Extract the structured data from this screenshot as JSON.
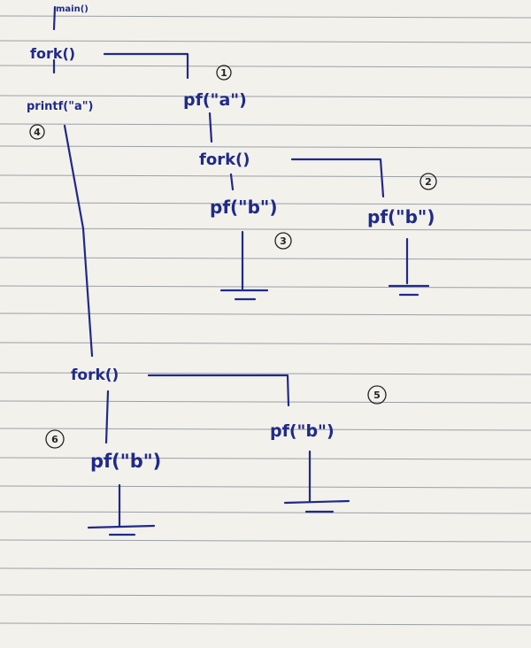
{
  "colors": {
    "ink": "#1f2a8a",
    "rule": "#9aa0a6",
    "paper": "#f3f1ec",
    "marker": "#222222"
  },
  "labels": {
    "main": "main()",
    "fork_top": "fork()",
    "printf_a_left": "printf(\"a\")",
    "pf_a_right": "pf(\"a\")",
    "fork_mid": "fork()",
    "pf_b_3": "pf(\"b\")",
    "pf_b_2": "pf(\"b\")",
    "fork_bottom": "fork()",
    "pf_b_5": "pf(\"b\")",
    "pf_b_6": "pf(\"b\")"
  },
  "markers": {
    "m1": "1",
    "m2": "2",
    "m3": "3",
    "m4": "4",
    "m5": "5",
    "m6": "6"
  }
}
